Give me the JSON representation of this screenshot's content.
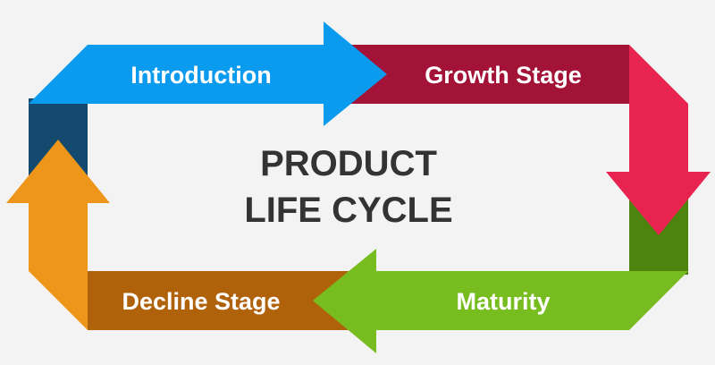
{
  "title": {
    "line1": "PRODUCT",
    "line2": "LIFE CYCLE"
  },
  "stages": [
    {
      "label": "Introduction",
      "color": "#0a9bef"
    },
    {
      "label": "Growth Stage",
      "color": "#a31237"
    },
    {
      "label": "Maturity",
      "color": "#78bd1f"
    },
    {
      "label": "Decline Stage",
      "color": "#b0620a"
    }
  ],
  "colors": {
    "background": "#f3f3f3",
    "text": "#333333",
    "pink": "#e8234f",
    "dark_green": "#4d840f",
    "orange": "#ee961a",
    "dark_blue": "#134a6e"
  }
}
